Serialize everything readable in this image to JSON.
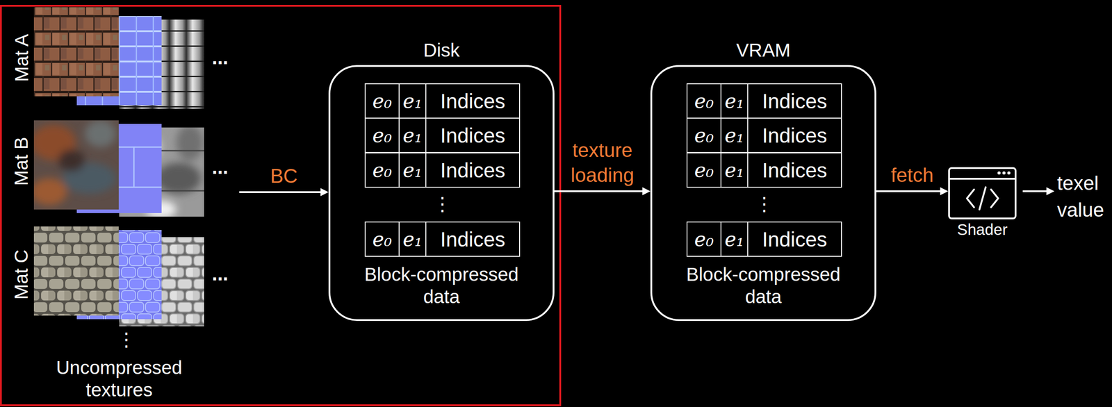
{
  "diagram": {
    "nodes": [
      {
        "text": [
          "Uncompressed textures"
        ]
      },
      {
        "text": [
          "Mat A"
        ],
        "in": 0
      },
      {
        "text": [
          "Mat B"
        ],
        "in": 0
      },
      {
        "text": [
          "Mat C"
        ],
        "in": 0
      },
      {
        "text": [
          "Disk",
          "Block-compressed data"
        ]
      },
      {
        "text": [
          "VRAM",
          "Block-compressed data"
        ]
      },
      {
        "text": [
          "Shader"
        ]
      },
      {
        "text": [
          "texel value"
        ]
      }
    ],
    "edges": [
      {
        "from": 0,
        "to": 4,
        "label": "BC",
        "arrow": "to"
      },
      {
        "from": 4,
        "to": 5,
        "label": "texture loading",
        "arrow": "to"
      },
      {
        "from": 5,
        "to": 6,
        "label": "fetch",
        "arrow": "to"
      },
      {
        "from": 6,
        "to": 7,
        "arrow": "to"
      }
    ],
    "labels": [
      "...",
      "...",
      "...",
      "⋮",
      "e₀",
      "e₁",
      "Indices",
      "e₀",
      "e₁",
      "Indices",
      "e₀",
      "e₁",
      "Indices",
      "⋮",
      "e₀",
      "e₁",
      "Indices",
      "e₀",
      "e₁",
      "Indices",
      "e₀",
      "e₁",
      "Indices",
      "e₀",
      "e₁",
      "Indices",
      "⋮",
      "e₀",
      "e₁",
      "Indices"
    ]
  }
}
